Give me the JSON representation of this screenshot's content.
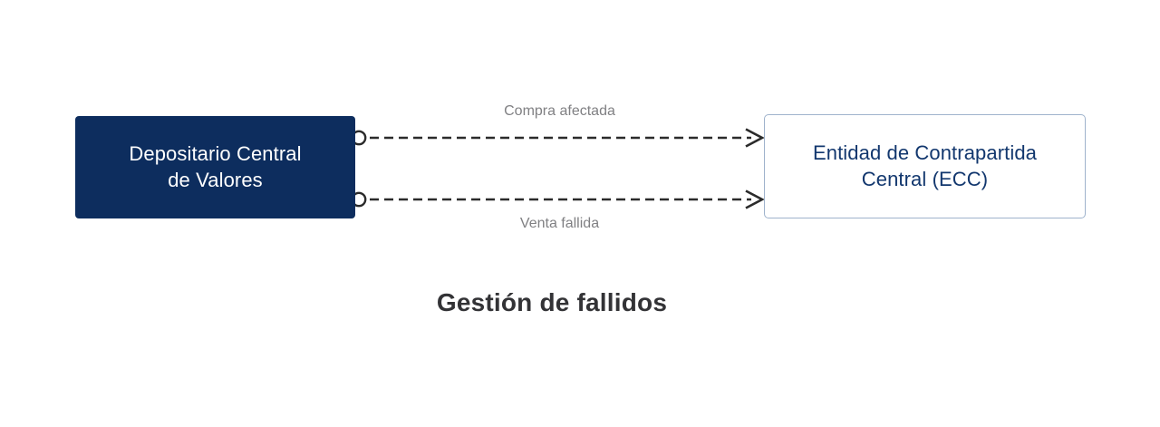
{
  "diagram": {
    "caption": "Gestión de fallidos",
    "background_color": "#ffffff",
    "nodes": [
      {
        "id": "depositario",
        "label": "Depositario Central\nde Valores",
        "shape": "rounded-rectangle",
        "fill_color": "#0d2d5e",
        "text_color": "#ffffff",
        "border_color": "#0d2d5e"
      },
      {
        "id": "ecc",
        "label": "Entidad de Contrapartida\nCentral (ECC)",
        "shape": "rounded-rectangle",
        "fill_color": "#ffffff",
        "text_color": "#12376e",
        "border_color": "#9fb3cc"
      }
    ],
    "edges": [
      {
        "id": "compra-afectada",
        "label": "Compra afectada",
        "from": "depositario",
        "to": "ecc",
        "style": "dashed",
        "arrow": "open-arrowhead",
        "source_marker": "circle",
        "label_position": "above",
        "line_color": "#2b2b2b",
        "label_color": "#808083"
      },
      {
        "id": "venta-fallida",
        "label": "Venta fallida",
        "from": "depositario",
        "to": "ecc",
        "style": "dashed",
        "arrow": "open-arrowhead",
        "source_marker": "circle",
        "label_position": "below",
        "line_color": "#2b2b2b",
        "label_color": "#808083"
      }
    ]
  }
}
